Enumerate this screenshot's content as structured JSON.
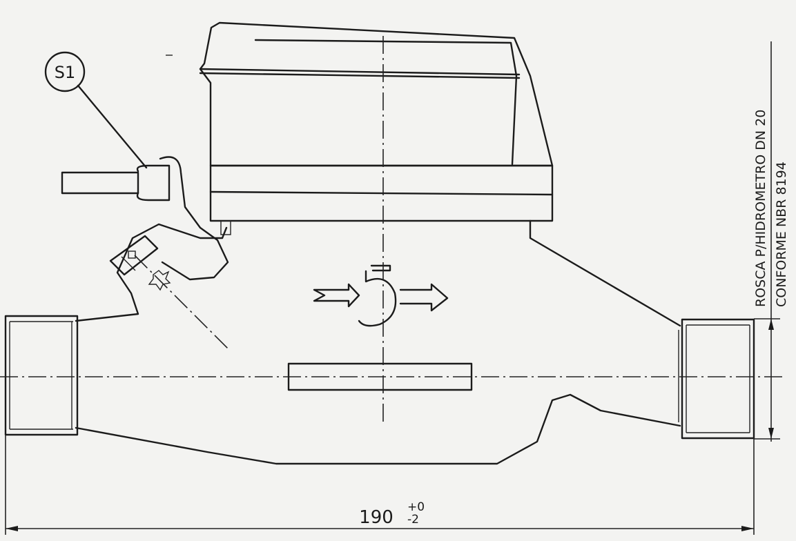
{
  "callout": {
    "label": "S1"
  },
  "dimensions": {
    "length_value": "190",
    "tol_upper": "+0",
    "tol_lower": "-2"
  },
  "note": {
    "line1": "ROSCA P/HIDROMETRO DN 20",
    "line2": "CONFORME NBR 8194"
  },
  "flow_mark": {
    "numeral": "5"
  },
  "colors": {
    "ink": "#1b1b1b",
    "paper": "#f3f3f1"
  }
}
